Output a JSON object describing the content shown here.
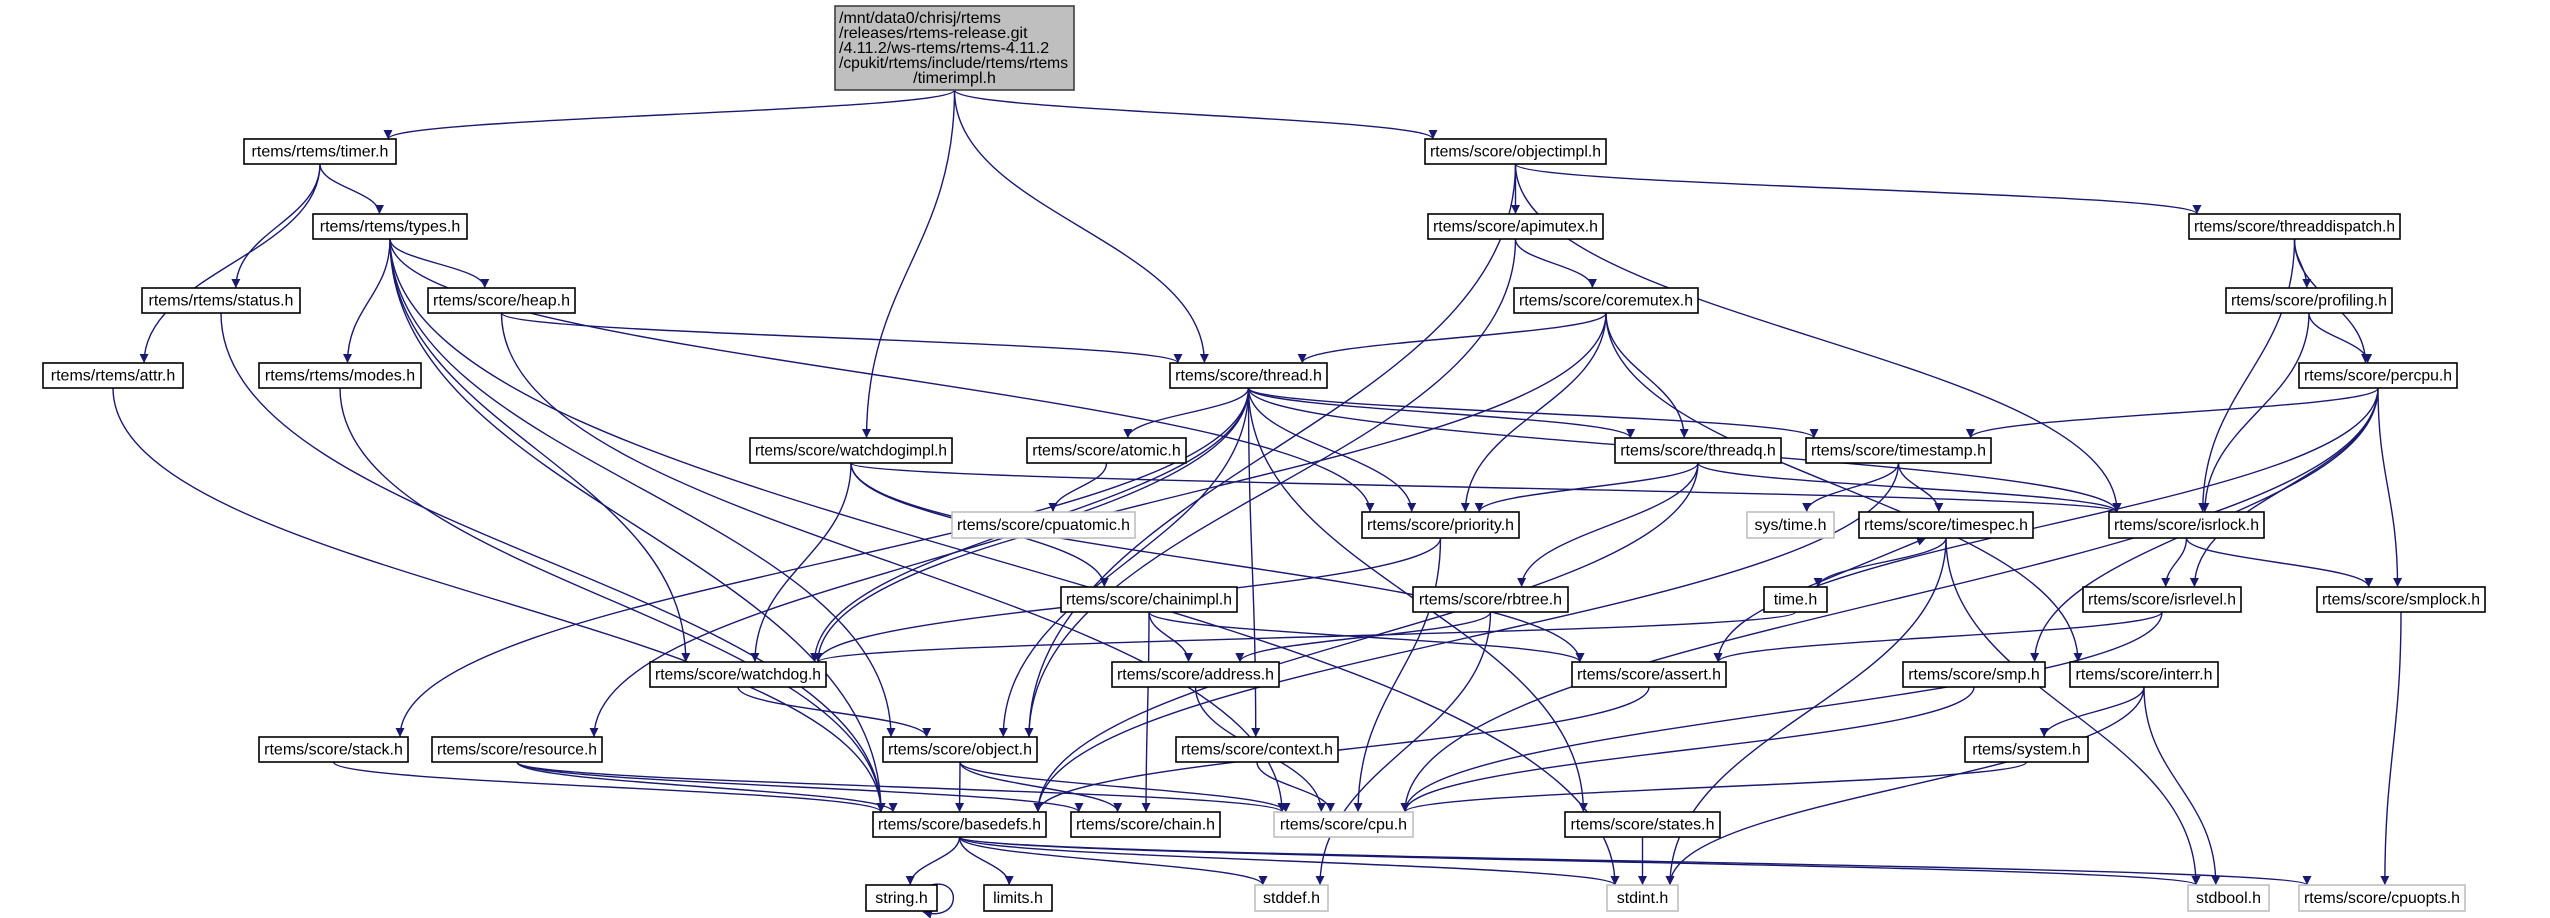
{
  "graph": {
    "type": "include-dependency-graph",
    "colors": {
      "edge": "#191970",
      "root_fill": "#bfbfbf",
      "external_border": "#bfbfbf",
      "node_border": "#000000"
    },
    "root": {
      "id": "root",
      "lines": [
        "/mnt/data0/chrisj/rtems",
        "/releases/rtems-release.git",
        "/4.11.2/ws-rtems/rtems-4.11.2",
        "/cpukit/rtems/include/rtems/rtems",
        "/timerimpl.h"
      ]
    },
    "nodes": [
      {
        "id": "timer",
        "label": "rtems/rtems/timer.h"
      },
      {
        "id": "types",
        "label": "rtems/rtems/types.h"
      },
      {
        "id": "status",
        "label": "rtems/rtems/status.h"
      },
      {
        "id": "heap",
        "label": "rtems/score/heap.h"
      },
      {
        "id": "attr",
        "label": "rtems/rtems/attr.h"
      },
      {
        "id": "modes",
        "label": "rtems/rtems/modes.h"
      },
      {
        "id": "objectimpl",
        "label": "rtems/score/objectimpl.h"
      },
      {
        "id": "apimutex",
        "label": "rtems/score/apimutex.h"
      },
      {
        "id": "coremutex",
        "label": "rtems/score/coremutex.h"
      },
      {
        "id": "threaddispatch",
        "label": "rtems/score/threaddispatch.h"
      },
      {
        "id": "profiling",
        "label": "rtems/score/profiling.h"
      },
      {
        "id": "percpu",
        "label": "rtems/score/percpu.h"
      },
      {
        "id": "thread",
        "label": "rtems/score/thread.h"
      },
      {
        "id": "watchdogimpl",
        "label": "rtems/score/watchdogimpl.h"
      },
      {
        "id": "atomic",
        "label": "rtems/score/atomic.h"
      },
      {
        "id": "threadq",
        "label": "rtems/score/threadq.h"
      },
      {
        "id": "timestamp",
        "label": "rtems/score/timestamp.h"
      },
      {
        "id": "cpuatomic",
        "label": "rtems/score/cpuatomic.h",
        "external": true
      },
      {
        "id": "priority",
        "label": "rtems/score/priority.h"
      },
      {
        "id": "systime",
        "label": "sys/time.h",
        "external": true
      },
      {
        "id": "timespec",
        "label": "rtems/score/timespec.h"
      },
      {
        "id": "isrlock",
        "label": "rtems/score/isrlock.h"
      },
      {
        "id": "chainimpl",
        "label": "rtems/score/chainimpl.h"
      },
      {
        "id": "rbtree",
        "label": "rtems/score/rbtree.h"
      },
      {
        "id": "time",
        "label": "time.h"
      },
      {
        "id": "isrlevel",
        "label": "rtems/score/isrlevel.h"
      },
      {
        "id": "smplock",
        "label": "rtems/score/smplock.h"
      },
      {
        "id": "watchdog",
        "label": "rtems/score/watchdog.h"
      },
      {
        "id": "address",
        "label": "rtems/score/address.h"
      },
      {
        "id": "assert",
        "label": "rtems/score/assert.h"
      },
      {
        "id": "smp",
        "label": "rtems/score/smp.h"
      },
      {
        "id": "interr",
        "label": "rtems/score/interr.h"
      },
      {
        "id": "stack",
        "label": "rtems/score/stack.h"
      },
      {
        "id": "resource",
        "label": "rtems/score/resource.h"
      },
      {
        "id": "object",
        "label": "rtems/score/object.h"
      },
      {
        "id": "context",
        "label": "rtems/score/context.h"
      },
      {
        "id": "system",
        "label": "rtems/system.h"
      },
      {
        "id": "basedefs",
        "label": "rtems/score/basedefs.h"
      },
      {
        "id": "chain",
        "label": "rtems/score/chain.h"
      },
      {
        "id": "cpu",
        "label": "rtems/score/cpu.h",
        "external": true
      },
      {
        "id": "states",
        "label": "rtems/score/states.h"
      },
      {
        "id": "string",
        "label": "string.h"
      },
      {
        "id": "limits",
        "label": "limits.h"
      },
      {
        "id": "stddef",
        "label": "stddef.h",
        "external": true
      },
      {
        "id": "stdint",
        "label": "stdint.h",
        "external": true
      },
      {
        "id": "stdbool",
        "label": "stdbool.h",
        "external": true
      },
      {
        "id": "cpuopts",
        "label": "rtems/score/cpuopts.h",
        "external": true
      }
    ],
    "edges": [
      [
        "root",
        "timer"
      ],
      [
        "root",
        "watchdogimpl"
      ],
      [
        "root",
        "thread"
      ],
      [
        "root",
        "objectimpl"
      ],
      [
        "timer",
        "types"
      ],
      [
        "timer",
        "status"
      ],
      [
        "timer",
        "attr"
      ],
      [
        "types",
        "heap"
      ],
      [
        "types",
        "modes"
      ],
      [
        "types",
        "object"
      ],
      [
        "types",
        "basedefs"
      ],
      [
        "types",
        "watchdog"
      ],
      [
        "types",
        "priority"
      ],
      [
        "types",
        "stdint"
      ],
      [
        "status",
        "basedefs"
      ],
      [
        "attr",
        "basedefs"
      ],
      [
        "modes",
        "basedefs"
      ],
      [
        "heap",
        "thread"
      ],
      [
        "heap",
        "cpu"
      ],
      [
        "objectimpl",
        "apimutex"
      ],
      [
        "objectimpl",
        "object"
      ],
      [
        "objectimpl",
        "isrlock"
      ],
      [
        "objectimpl",
        "threaddispatch"
      ],
      [
        "apimutex",
        "coremutex"
      ],
      [
        "apimutex",
        "object"
      ],
      [
        "coremutex",
        "thread"
      ],
      [
        "coremutex",
        "threadq"
      ],
      [
        "coremutex",
        "priority"
      ],
      [
        "coremutex",
        "interr"
      ],
      [
        "coremutex",
        "watchdog"
      ],
      [
        "threaddispatch",
        "profiling"
      ],
      [
        "threaddispatch",
        "percpu"
      ],
      [
        "threaddispatch",
        "isrlock"
      ],
      [
        "profiling",
        "percpu"
      ],
      [
        "profiling",
        "isrlock"
      ],
      [
        "percpu",
        "timestamp"
      ],
      [
        "percpu",
        "smplock"
      ],
      [
        "percpu",
        "isrlevel"
      ],
      [
        "percpu",
        "assert"
      ],
      [
        "percpu",
        "smp"
      ],
      [
        "percpu",
        "cpu"
      ],
      [
        "thread",
        "atomic"
      ],
      [
        "thread",
        "threadq"
      ],
      [
        "thread",
        "timestamp"
      ],
      [
        "thread",
        "isrlock"
      ],
      [
        "thread",
        "priority"
      ],
      [
        "thread",
        "watchdog"
      ],
      [
        "thread",
        "object"
      ],
      [
        "thread",
        "context"
      ],
      [
        "thread",
        "states"
      ],
      [
        "thread",
        "stack"
      ],
      [
        "thread",
        "resource"
      ],
      [
        "watchdogimpl",
        "watchdog"
      ],
      [
        "watchdogimpl",
        "isrlock"
      ],
      [
        "watchdogimpl",
        "chainimpl"
      ],
      [
        "watchdogimpl",
        "assert"
      ],
      [
        "atomic",
        "cpuatomic"
      ],
      [
        "threadq",
        "priority"
      ],
      [
        "threadq",
        "rbtree"
      ],
      [
        "threadq",
        "isrlock"
      ],
      [
        "threadq",
        "basedefs"
      ],
      [
        "timestamp",
        "systime"
      ],
      [
        "timestamp",
        "timespec"
      ],
      [
        "timestamp",
        "basedefs"
      ],
      [
        "timespec",
        "time"
      ],
      [
        "timespec",
        "stdint"
      ],
      [
        "timespec",
        "stdbool"
      ],
      [
        "time",
        "timespec"
      ],
      [
        "time",
        "watchdog"
      ],
      [
        "isrlock",
        "isrlevel"
      ],
      [
        "isrlock",
        "smplock"
      ],
      [
        "priority",
        "watchdog"
      ],
      [
        "priority",
        "cpu"
      ],
      [
        "chainimpl",
        "address"
      ],
      [
        "chainimpl",
        "chain"
      ],
      [
        "chainimpl",
        "assert"
      ],
      [
        "rbtree",
        "address"
      ],
      [
        "rbtree",
        "stddef"
      ],
      [
        "isrlevel",
        "assert"
      ],
      [
        "isrlevel",
        "cpu"
      ],
      [
        "smplock",
        "cpuopts"
      ],
      [
        "watchdog",
        "object"
      ],
      [
        "address",
        "cpu"
      ],
      [
        "assert",
        "basedefs"
      ],
      [
        "smp",
        "cpu"
      ],
      [
        "interr",
        "system"
      ],
      [
        "interr",
        "stdbool"
      ],
      [
        "interr",
        "stdint"
      ],
      [
        "system",
        "cpu"
      ],
      [
        "stack",
        "basedefs"
      ],
      [
        "resource",
        "basedefs"
      ],
      [
        "resource",
        "chain"
      ],
      [
        "resource",
        "cpu"
      ],
      [
        "object",
        "basedefs"
      ],
      [
        "object",
        "chain"
      ],
      [
        "object",
        "cpu"
      ],
      [
        "context",
        "cpu"
      ],
      [
        "states",
        "stdint"
      ],
      [
        "basedefs",
        "string"
      ],
      [
        "basedefs",
        "limits"
      ],
      [
        "basedefs",
        "stddef"
      ],
      [
        "basedefs",
        "stdint"
      ],
      [
        "basedefs",
        "stdbool"
      ],
      [
        "basedefs",
        "cpuopts"
      ],
      [
        "string",
        "string"
      ]
    ]
  }
}
